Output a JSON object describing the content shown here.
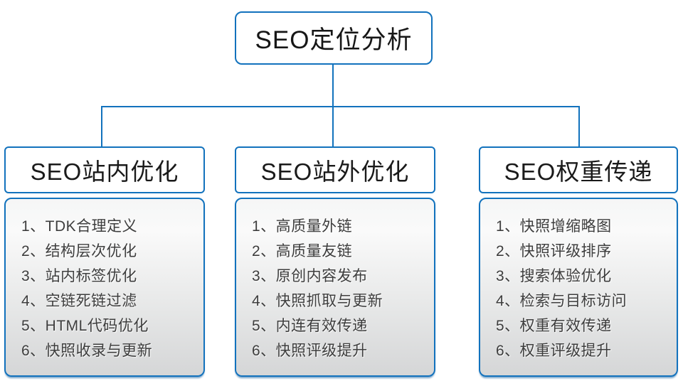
{
  "colors": {
    "accent": "#1272bd",
    "header_text": "#1a1a1a",
    "item_text": "#3d3d3d"
  },
  "root": {
    "title": "SEO定位分析"
  },
  "columns": [
    {
      "header": "SEO站内优化",
      "items": [
        "1、TDK合理定义",
        "2、结构层次优化",
        "3、站内标签优化",
        "4、空链死链过滤",
        "5、HTML代码优化",
        "6、快照收录与更新"
      ]
    },
    {
      "header": "SEO站外优化",
      "items": [
        "1、高质量外链",
        "2、高质量友链",
        "3、原创内容发布",
        "4、快照抓取与更新",
        "5、内连有效传递",
        "6、快照评级提升"
      ]
    },
    {
      "header": "SEO权重传递",
      "items": [
        "1、快照增缩略图",
        "2、快照评级排序",
        "3、搜索体验优化",
        "4、检索与目标访问",
        "5、权重有效传递",
        "6、权重评级提升"
      ]
    }
  ]
}
